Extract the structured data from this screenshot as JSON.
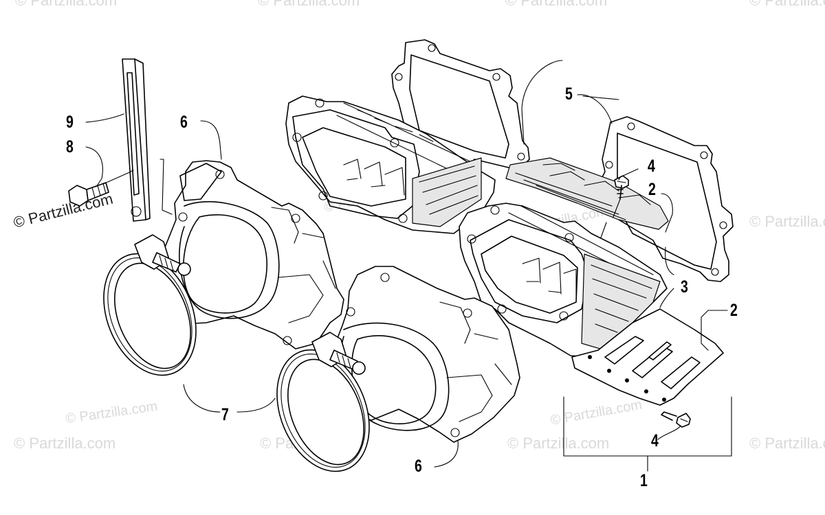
{
  "watermark": {
    "text": "© Partzilla.com",
    "instances": [
      "© Partzilla.com",
      "© Partzilla.com",
      "© Partzilla.com",
      "© Partzilla.com",
      "© Partzilla.com",
      "© Partzilla.com",
      "© Partzilla.com",
      "© Partzilla.com",
      "© Partzilla.com",
      "© Partzilla.com",
      "© Partzilla.com",
      "© Partzilla.com",
      "© Partzilla.com",
      "© Partzilla.com"
    ],
    "color": "#d9d9d9"
  },
  "callouts": {
    "c1": "1",
    "c2a": "2",
    "c2b": "2",
    "c3": "3",
    "c4a": "4",
    "c4b": "4",
    "c5": "5",
    "c6a": "6",
    "c6b": "6",
    "c7": "7",
    "c8": "8",
    "c9": "9"
  },
  "icons": [
    "screw-icon",
    "bolt-icon",
    "hose-clamp-icon",
    "reed-cage-icon",
    "gasket-icon",
    "intake-boot-icon",
    "bracket-icon"
  ]
}
